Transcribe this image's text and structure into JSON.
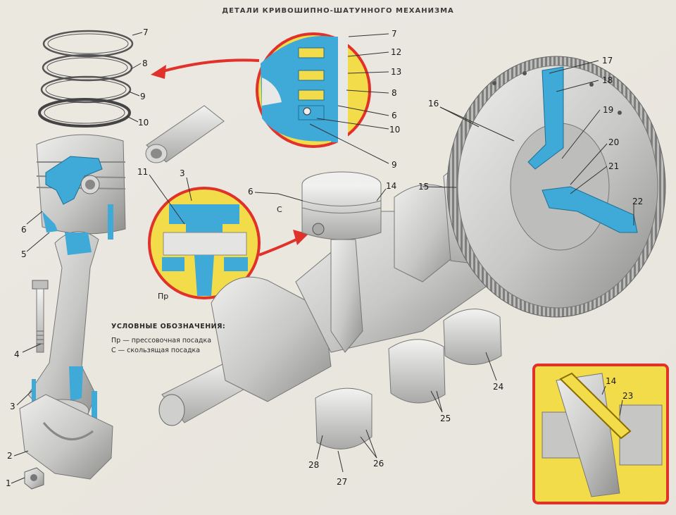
{
  "title": "ДЕТАЛИ КРИВОШИПНО-ШАТУННОГО МЕХАНИЗМА",
  "legend": {
    "heading": "УСЛОВНЫЕ ОБОЗНАЧЕНИЯ:",
    "items": [
      {
        "text": "Пр — прессовочная посадка"
      },
      {
        "text": "С — скользящая посадка"
      }
    ]
  },
  "callouts": {
    "c1": "1",
    "c2": "2",
    "c3a": "3",
    "c3b": "3",
    "c4": "4",
    "c5": "5",
    "c6a": "6",
    "c6b": "6",
    "c6c": "6",
    "c7a": "7",
    "c7b": "7",
    "c8a": "8",
    "c8b": "8",
    "c9a": "9",
    "c9b": "9",
    "c10a": "10",
    "c10b": "10",
    "c11": "11",
    "c12": "12",
    "c13": "13",
    "c14a": "14",
    "c14b": "14",
    "c15": "15",
    "c16": "16",
    "c17": "17",
    "c18": "18",
    "c19": "19",
    "c20": "20",
    "c21": "21",
    "c22": "22",
    "c23": "23",
    "c24": "24",
    "c25": "25",
    "c26": "26",
    "c27": "27",
    "c28": "28",
    "pr": "Пр",
    "c": "С"
  },
  "colors": {
    "paper": "#ece9e1",
    "section_blue": "#3fa9d8",
    "detail_yellow": "#f3dc4a",
    "arrow_red": "#e0322b",
    "metal": "#c9c9c7",
    "metal_dark": "#8e8e8c"
  }
}
